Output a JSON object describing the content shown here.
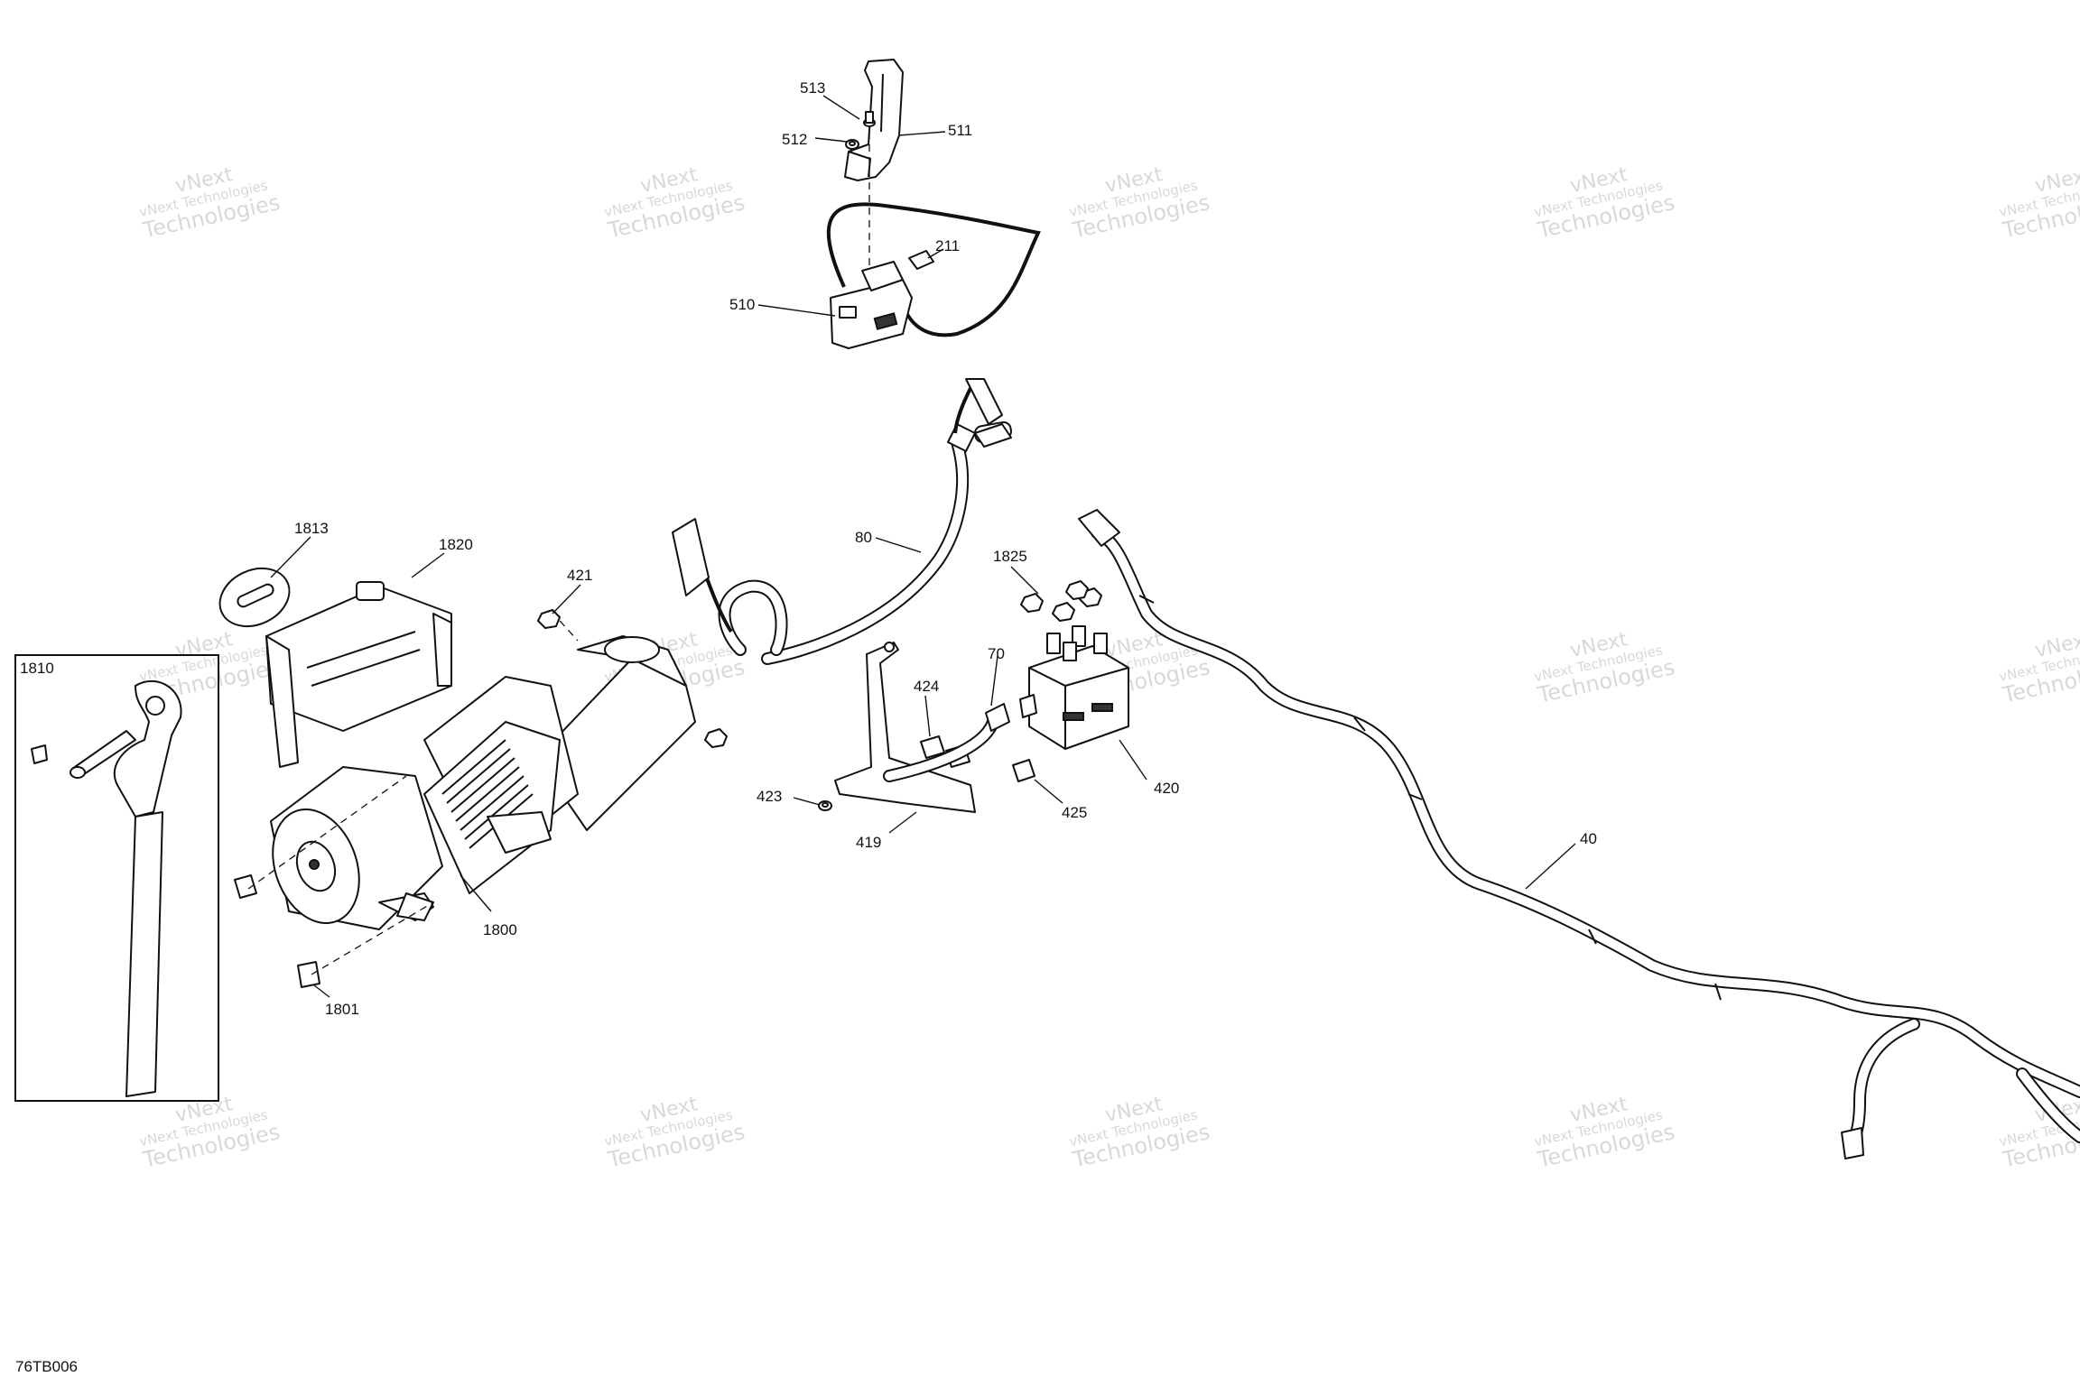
{
  "diagram_id": "76TB006",
  "callouts": [
    "513",
    "512",
    "511",
    "211",
    "510",
    "80",
    "1813",
    "1820",
    "421",
    "1825",
    "70",
    "424",
    "420",
    "423",
    "419",
    "425",
    "40",
    "1810",
    "1800",
    "1801"
  ],
  "watermark": {
    "line1": "vNext",
    "line2": "vNext Technologies",
    "line3": "Technologies"
  }
}
